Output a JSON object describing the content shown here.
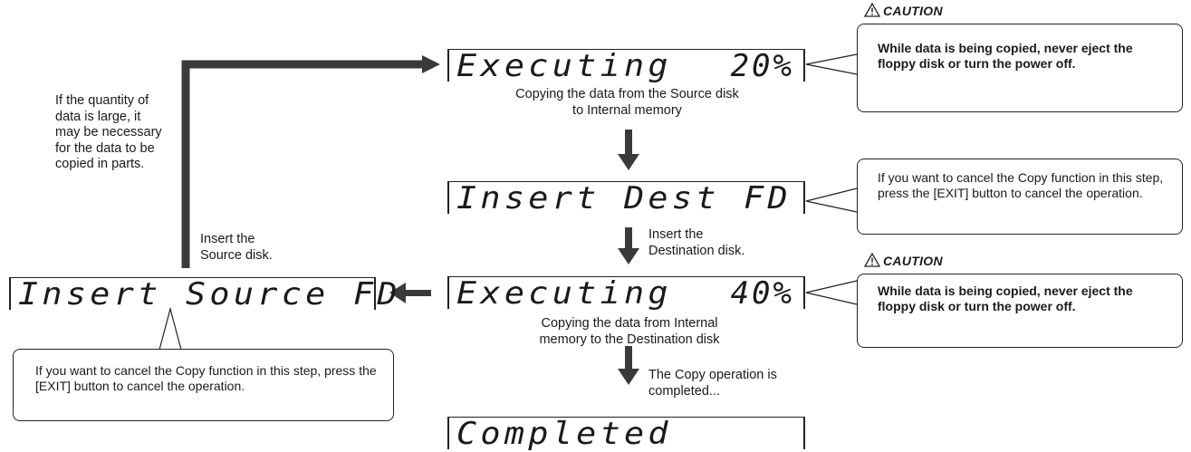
{
  "displays": {
    "executing_20": {
      "label": "Executing",
      "value": "20%"
    },
    "insert_dest": {
      "label": "Insert Dest FD"
    },
    "executing_40": {
      "label": "Executing",
      "value": "40%"
    },
    "completed": {
      "label": "Completed"
    },
    "insert_source": {
      "label": "Insert Source FD"
    }
  },
  "captions": {
    "copy_to_internal": "Copying the data from the Source disk to Internal memory",
    "insert_destination": "Insert the Destination disk.",
    "copy_to_destination": "Copying the data from Internal memory to the Destination disk",
    "copy_completed": "The Copy operation is completed...",
    "insert_source_disk": "Insert the Source disk.",
    "large_quantity_note": "If the quantity of data is large, it may be necessary for the data to be copied in parts."
  },
  "cautions": {
    "label": "CAUTION",
    "text": "While data is being copied,  never eject the floppy disk or turn the power off."
  },
  "cancel_notes": {
    "dest_step": "If you want to cancel the Copy function in this step, press the [EXIT] button to cancel the operation.",
    "source_step": "If you want to cancel the Copy function in this step, press the [EXIT]  button to cancel the operation."
  }
}
